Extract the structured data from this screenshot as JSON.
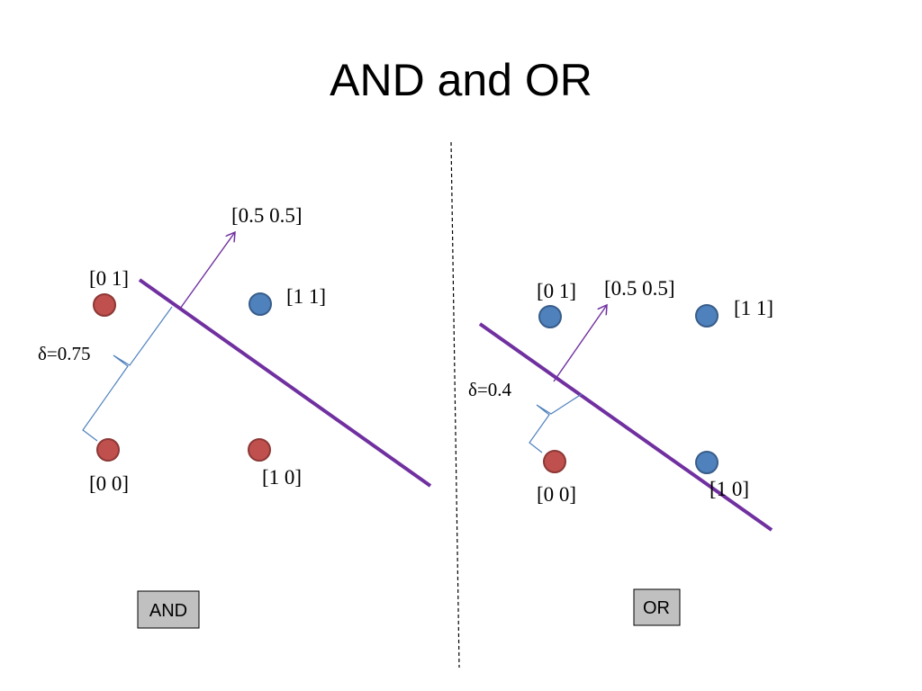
{
  "title": "AND and OR",
  "colors": {
    "red_point": "#c0504d",
    "red_point_stroke": "#8c3836",
    "blue_point": "#4f81bd",
    "blue_point_stroke": "#385d8a",
    "boundary": "#7030a0",
    "brace": "#4f81bd",
    "box_fill": "#c0c0c0"
  },
  "panels": {
    "and": {
      "box_label": "AND",
      "weight_label": "[0.5 0.5]",
      "delta_label": "δ=0.75",
      "points": [
        {
          "label": "[0 0]",
          "class": "red"
        },
        {
          "label": "[0 1]",
          "class": "red"
        },
        {
          "label": "[1 0]",
          "class": "red"
        },
        {
          "label": "[1 1]",
          "class": "blue"
        }
      ]
    },
    "or": {
      "box_label": "OR",
      "weight_label": "[0.5 0.5]",
      "delta_label": "δ=0.4",
      "points": [
        {
          "label": "[0 0]",
          "class": "red"
        },
        {
          "label": "[0 1]",
          "class": "blue"
        },
        {
          "label": "[1 0]",
          "class": "blue"
        },
        {
          "label": "[1 1]",
          "class": "blue"
        }
      ]
    }
  }
}
